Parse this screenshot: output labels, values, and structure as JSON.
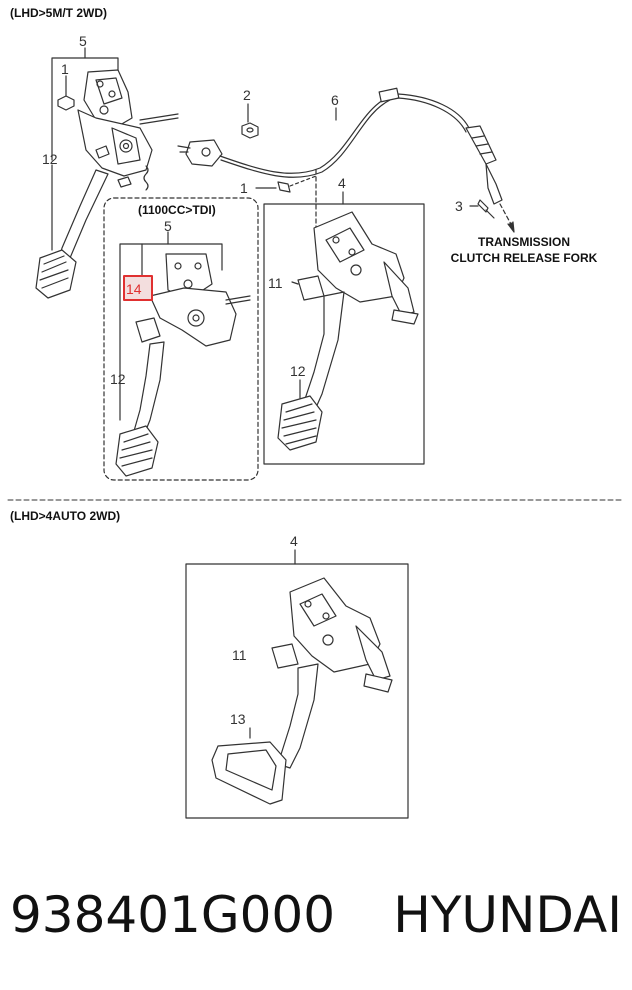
{
  "sections": {
    "manual_header": "(LHD>5M/T 2WD)",
    "inset_header": "(1100CC>TDI)",
    "auto_header": "(LHD>4AUTO 2WD)"
  },
  "labels": {
    "manual_assembly": "5",
    "manual_bolt": "1",
    "manual_pedal": "12",
    "nut": "2",
    "cable": "6",
    "bracket_bolt": "1",
    "pedal_assembly": "4",
    "pin": "3",
    "inset_assembly": "5",
    "inset_highlight": "14",
    "inset_pedal": "12",
    "bracket_switch": "11",
    "bracket_pedal": "12",
    "auto_assembly": "4",
    "auto_switch": "11",
    "auto_pedal": "13"
  },
  "notes": {
    "transmission_line1": "TRANSMISSION",
    "transmission_line2": "CLUTCH RELEASE FORK"
  },
  "footer": {
    "part_number": "938401G000",
    "brand": "HYUNDAI"
  },
  "colors": {
    "line": "#333333",
    "highlight": "#e03030",
    "highlight_fill": "#f3dede"
  }
}
